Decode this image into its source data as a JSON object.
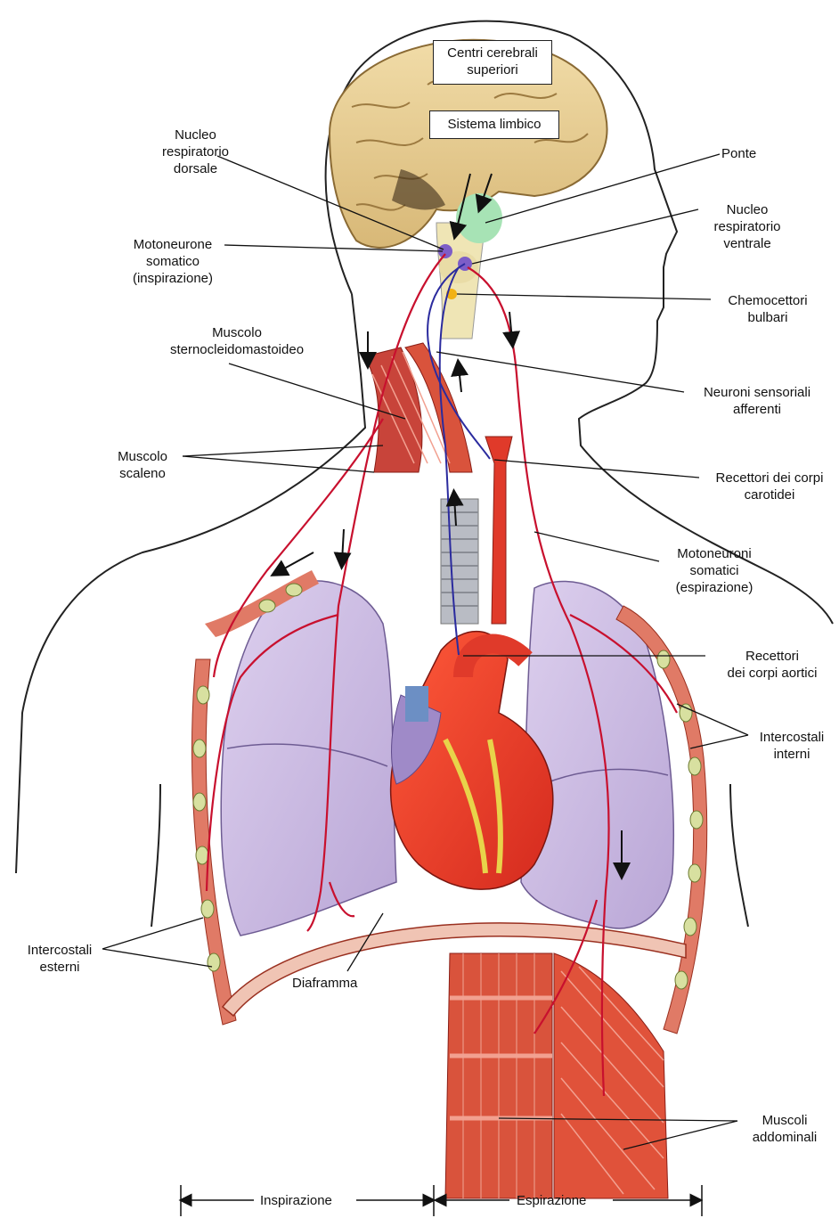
{
  "labels": {
    "centri_cerebrali": "Centri cerebrali\nsuperiori",
    "sistema_limbico": "Sistema limbico",
    "nucleo_dorsale": "Nucleo\nrespiratorio\ndorsale",
    "ponte": "Ponte",
    "nucleo_ventrale": "Nucleo\nrespiratorio\nventrale",
    "motoneurone_inspirazione": "Motoneurone\nsomatico\n(inspirazione)",
    "chemocettori": "Chemocettori\nbulbari",
    "sternocleidomastoideo": "Muscolo\nsternocleidomastoideo",
    "neuroni_sensoriali": "Neuroni sensoriali\nafferenti",
    "scaleno": "Muscolo\nscaleno",
    "recettori_carotidei": "Recettori dei corpi\ncarotidei",
    "motoneuroni_espirazione": "Motoneuroni\nsomatici\n(espirazione)",
    "recettori_aortici": "Recettori\ndei corpi aortici",
    "intercostali_interni": "Intercostali\ninterni",
    "intercostali_esterni": "Intercostali\nesterni",
    "diaframma": "Diaframma",
    "muscoli_addominali": "Muscoli\naddominali",
    "inspirazione": "Inspirazione",
    "espirazione": "Espirazione"
  },
  "colors": {
    "motor_nerve": "#c8102e",
    "sensory_nerve": "#2b2b9e",
    "lung": "#c9b8e0",
    "muscle": "#d9533c",
    "brain": "#e8cf95",
    "pons": "#a7e3b5",
    "skin_outline": "#222222"
  }
}
